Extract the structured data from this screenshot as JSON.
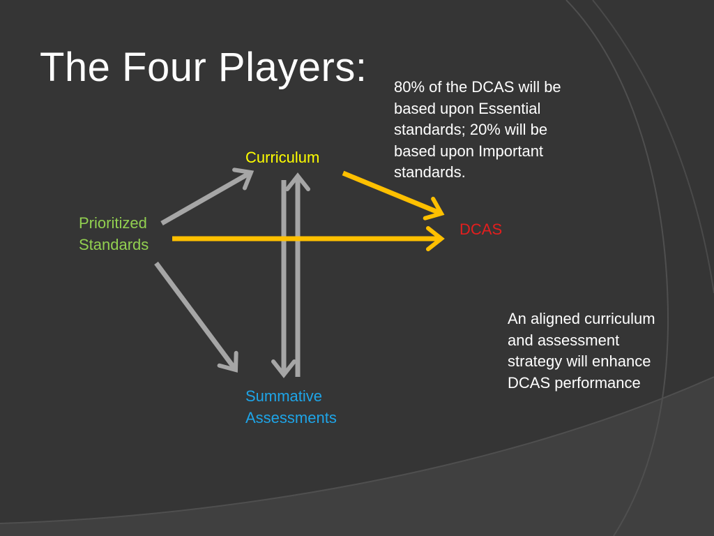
{
  "title": "The Four Players:",
  "colors": {
    "background": "#353535",
    "background_lines": "#505050",
    "lower_band": "#404040",
    "title_text": "#FFFFFF",
    "body_text": "#FFFFFF",
    "curriculum": "#FFFF00",
    "prioritized_standards": "#92D050",
    "summative_assessments": "#1EA5E8",
    "dcas": "#E41E1E",
    "yellow_arrow": "#FFC000",
    "gray_arrow": "#A6A6A6"
  },
  "nodes": {
    "curriculum": "Curriculum",
    "prioritized_standards": "Prioritized\nStandards",
    "summative_assessments": "Summative\nAssessments",
    "dcas": "DCAS"
  },
  "notes": {
    "weighting": "80% of the DCAS will be\nbased upon Essential\nstandards; 20% will be\nbased upon Important\nstandards.",
    "alignment": "An aligned curriculum\nand assessment\nstrategy will enhance\nDCAS performance"
  },
  "edges": [
    {
      "from": "prioritized_standards",
      "to": "curriculum",
      "color": "gray"
    },
    {
      "from": "prioritized_standards",
      "to": "summative_assessments",
      "color": "gray"
    },
    {
      "from": "prioritized_standards",
      "to": "dcas",
      "color": "yellow"
    },
    {
      "from": "curriculum",
      "to": "dcas",
      "color": "yellow"
    },
    {
      "from": "curriculum",
      "to": "summative_assessments",
      "color": "gray"
    },
    {
      "from": "summative_assessments",
      "to": "curriculum",
      "color": "gray"
    }
  ]
}
